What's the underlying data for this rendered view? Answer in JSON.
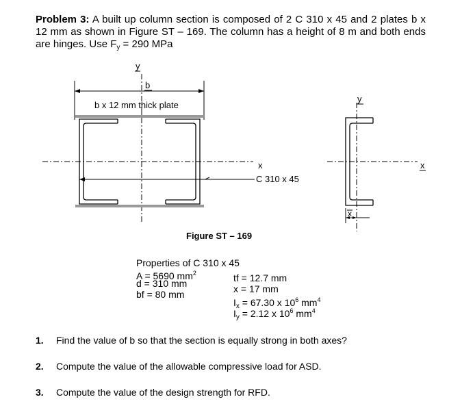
{
  "problem": {
    "label": "Problem 3:",
    "text_a": " A built up column section is composed of 2 C 310 x 45 and 2 plates b x 12 mm as shown in Figure ST – 169.  The column has a height of 8 m and both ends are hinges.  Use F",
    "fy_sub": "y",
    "text_b": " = 290 MPa"
  },
  "figure": {
    "y_axis_label": "y",
    "b_label": "b",
    "plate_label": "b x 12 mm thick plate",
    "x_axis_label": "x",
    "channel_label": "C 310 x 45",
    "side_y_label": "y",
    "side_x_label": "x",
    "side_xbar_label": "x",
    "caption": "Figure ST – 169"
  },
  "properties": {
    "title": "Properties of C 310 x 45",
    "A_text": "A = 5690 mm",
    "A_sup": "2",
    "d_text": "d =  310 mm",
    "bf_text": "bf = 80 mm",
    "tf_text": "tf = 12.7 mm",
    "x_text": "x = 17 mm",
    "Ix_a": "I",
    "Ix_sub": "x",
    "Ix_b": " = 67.30 x 10",
    "Ix_sup1": "6",
    "Ix_c": " mm",
    "Ix_sup2": "4",
    "Iy_a": "I",
    "Iy_sub": "y",
    "Iy_b": " = 2.12 x 10",
    "Iy_sup1": "6",
    "Iy_c": " mm",
    "Iy_sup2": "4"
  },
  "questions": [
    {
      "num": "1.",
      "text": "Find the value of b so that the section is equally strong in both axes?"
    },
    {
      "num": "2.",
      "text": "Compute the value of the allowable compressive load for ASD."
    },
    {
      "num": "3.",
      "text": "Compute the value of the design strength for RFD."
    }
  ]
}
